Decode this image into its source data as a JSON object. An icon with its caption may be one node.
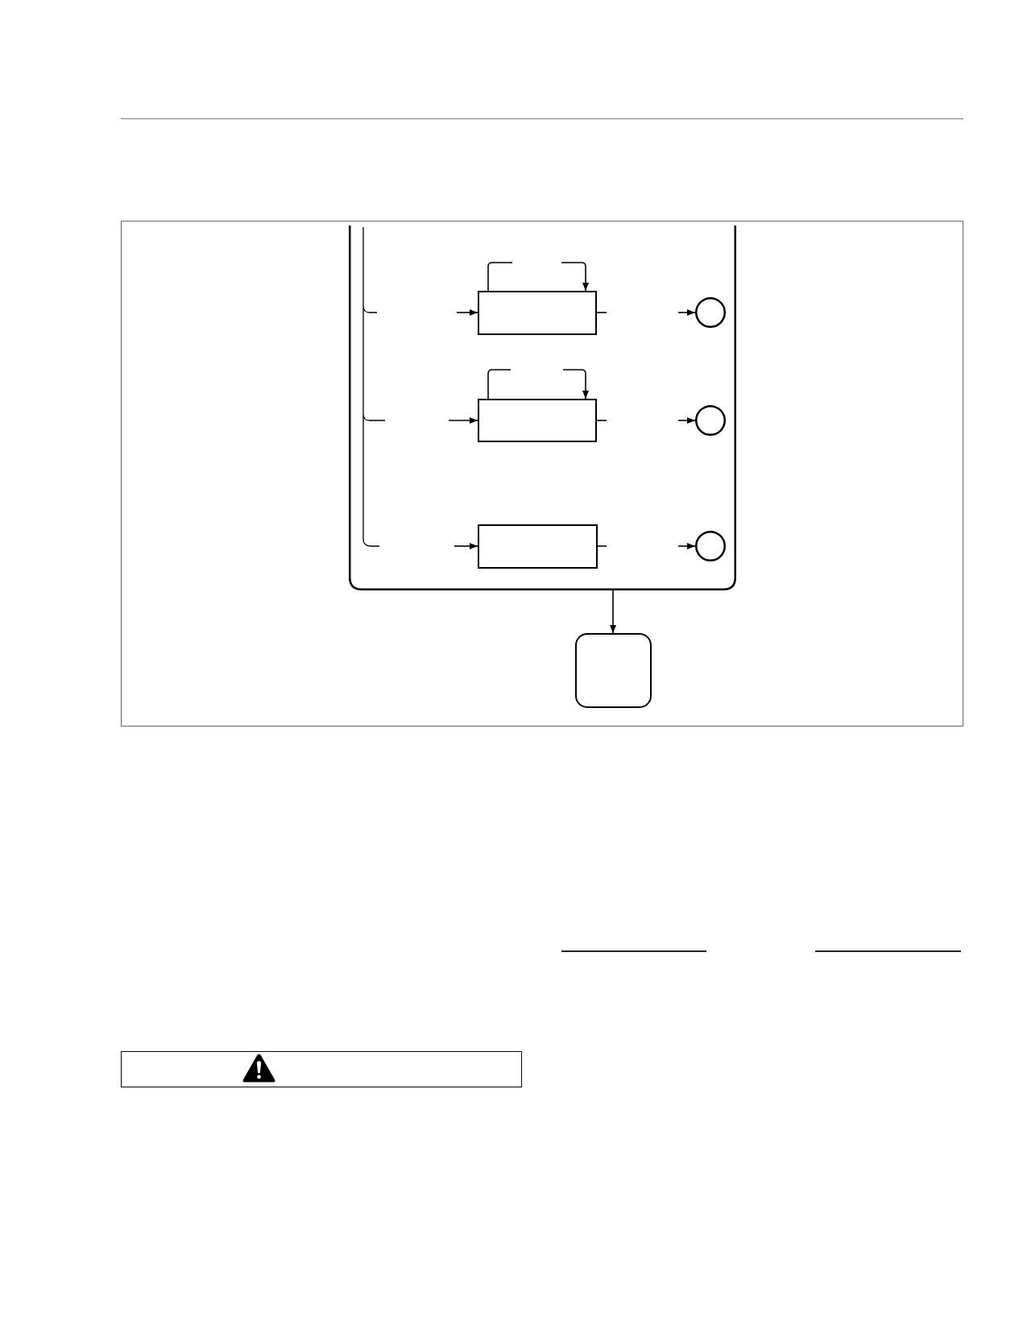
{
  "diagram": {
    "nodes": [
      {
        "text": [],
        "shape": "box"
      },
      {
        "text": [],
        "shape": "box",
        "in": 0
      },
      {
        "text": [],
        "shape": "circle",
        "in": 0
      },
      {
        "text": [],
        "shape": "box",
        "in": 0
      },
      {
        "text": [],
        "shape": "circle",
        "in": 0
      },
      {
        "text": [],
        "shape": "box",
        "in": 0
      },
      {
        "text": [],
        "shape": "circle",
        "in": 0
      },
      {
        "text": [],
        "shape": "box"
      }
    ],
    "edges": [
      {
        "from": 1,
        "to": null,
        "arrow": "none"
      },
      {
        "from": null,
        "to": 1,
        "arrow": "to"
      },
      {
        "from": null,
        "to": 1,
        "arrow": "to"
      },
      {
        "from": 1,
        "to": null,
        "arrow": "none"
      },
      {
        "from": null,
        "to": 2,
        "arrow": "to"
      },
      {
        "from": 3,
        "to": null,
        "arrow": "none"
      },
      {
        "from": null,
        "to": 3,
        "arrow": "to"
      },
      {
        "from": null,
        "to": 3,
        "arrow": "to"
      },
      {
        "from": 3,
        "to": null,
        "arrow": "none"
      },
      {
        "from": null,
        "to": 4,
        "arrow": "to"
      },
      {
        "from": null,
        "to": 5,
        "arrow": "to"
      },
      {
        "from": 5,
        "to": null,
        "arrow": "none"
      },
      {
        "from": null,
        "to": 6,
        "arrow": "to"
      },
      {
        "from": 0,
        "to": 7,
        "arrow": "to"
      }
    ]
  }
}
